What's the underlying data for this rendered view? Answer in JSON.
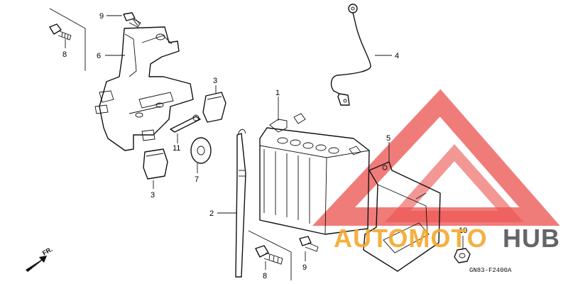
{
  "diagram": {
    "callouts": {
      "c1": "1",
      "c2": "2",
      "c3a": "3",
      "c3b": "3",
      "c4": "4",
      "c5": "5",
      "c6": "6",
      "c7": "7",
      "c8a": "8",
      "c8b": "8",
      "c9a": "9",
      "c9b": "9",
      "c10": "10",
      "c11": "11"
    },
    "fr_label": "FR.",
    "code_label": "GN83-F2400A"
  },
  "watermark": {
    "text_left": "AUTOMOTO",
    "text_right": "HUB",
    "color_red": "#e8322f",
    "color_orange": "#f5a82b",
    "color_gray": "#555555"
  }
}
